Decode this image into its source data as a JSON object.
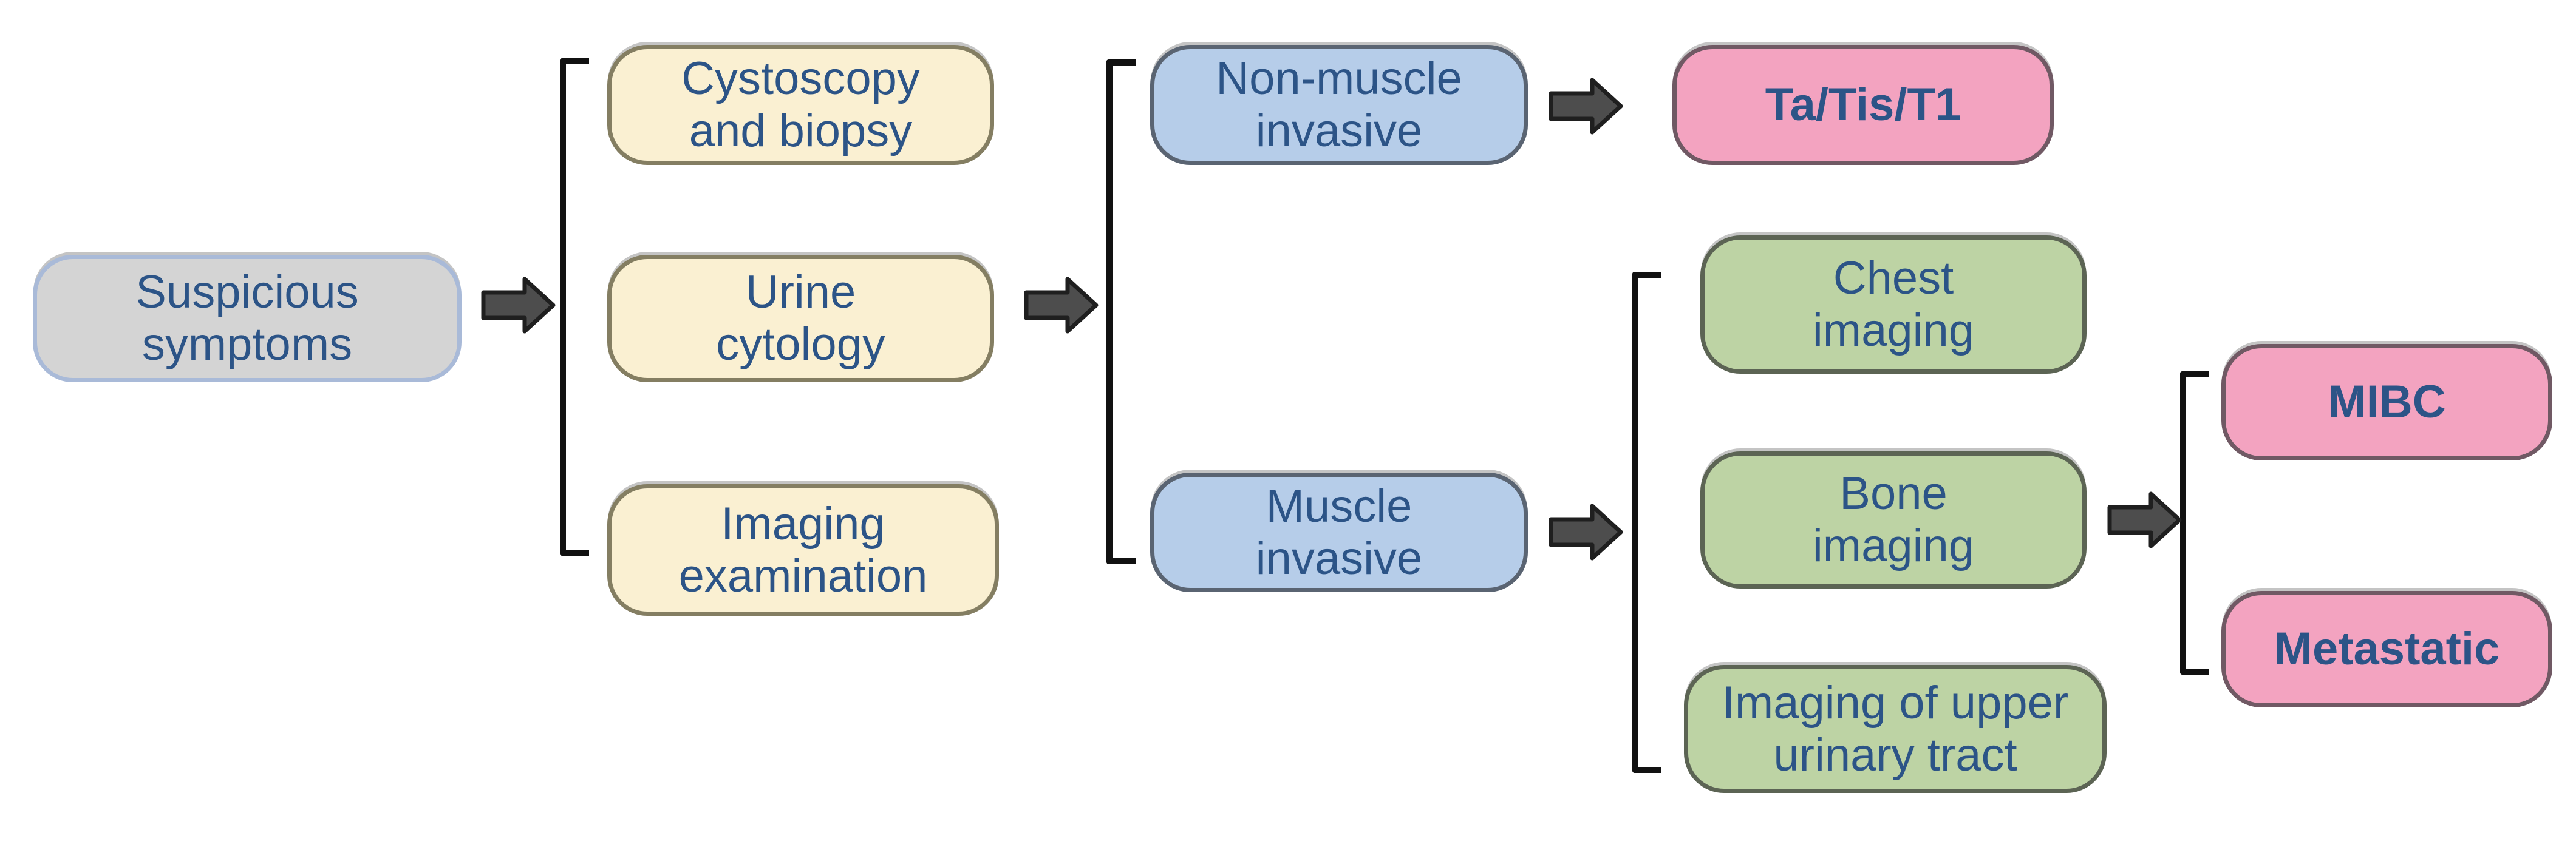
{
  "palette": {
    "bg": "#ffffff",
    "ink": "#2c5487",
    "bracket": "#111111",
    "arrow-fill": "#4d4d4d",
    "arrow-stroke": "#1f1f1f",
    "gray-fill": "#d4d4d4",
    "gray-border": "#a9bad8",
    "yellow-fill": "#faf0d2",
    "yellow-border": "#847e62",
    "blue-fill": "#b6cde9",
    "blue-border": "#5a6472",
    "green-fill": "#bdd3a4",
    "green-border": "#5c6454",
    "pink-fill": "#f3a3c0",
    "pink-border": "#705964"
  },
  "nodes": {
    "suspicious_symptoms": {
      "label": "Suspicious\nsymptoms",
      "color": "gray"
    },
    "cystoscopy_and_biopsy": {
      "label": "Cystoscopy\nand biopsy",
      "color": "yellow"
    },
    "urine_cytology": {
      "label": "Urine\ncytology",
      "color": "yellow"
    },
    "imaging_examination": {
      "label": "Imaging\nexamination",
      "color": "yellow"
    },
    "non_muscle_invasive": {
      "label": "Non-muscle\ninvasive",
      "color": "blue"
    },
    "ta_tis_t1": {
      "label": "Ta/Tis/T1",
      "color": "pink"
    },
    "muscle_invasive": {
      "label": "Muscle\ninvasive",
      "color": "blue"
    },
    "chest_imaging": {
      "label": "Chest\nimaging",
      "color": "green"
    },
    "bone_imaging": {
      "label": "Bone\nimaging",
      "color": "green"
    },
    "imaging_upper_urinary": {
      "label": "Imaging of upper\nurinary tract",
      "color": "green"
    },
    "mibc": {
      "label": "MIBC",
      "color": "pink"
    },
    "metastatic": {
      "label": "Metastatic",
      "color": "pink"
    }
  },
  "connections": [
    {
      "from": "suspicious_symptoms",
      "to": [
        "cystoscopy_and_biopsy",
        "urine_cytology",
        "imaging_examination"
      ],
      "via": "arrow-and-bracket"
    },
    {
      "from": "urine_cytology_group",
      "to": [
        "non_muscle_invasive",
        "muscle_invasive"
      ],
      "via": "arrow-and-bracket"
    },
    {
      "from": "non_muscle_invasive",
      "to": [
        "ta_tis_t1"
      ],
      "via": "arrow"
    },
    {
      "from": "muscle_invasive",
      "to": [
        "chest_imaging",
        "bone_imaging",
        "imaging_upper_urinary"
      ],
      "via": "arrow-and-bracket"
    },
    {
      "from": "bone_imaging_group",
      "to": [
        "mibc",
        "metastatic"
      ],
      "via": "arrow-and-bracket"
    }
  ]
}
